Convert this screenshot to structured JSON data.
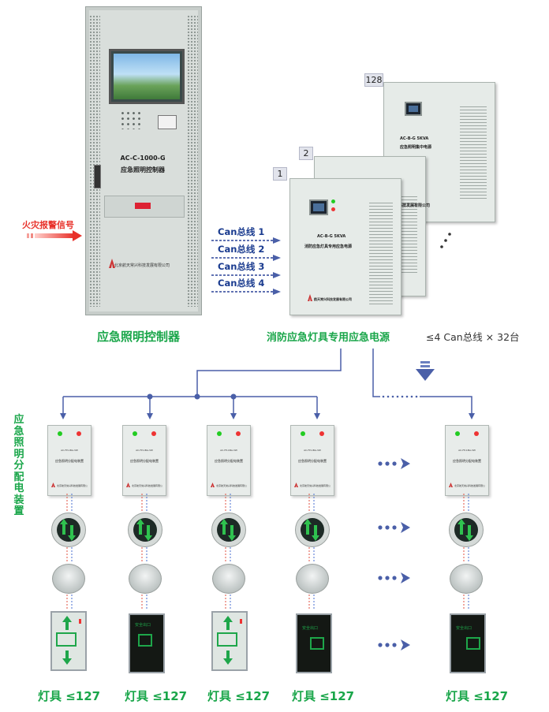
{
  "fire_alarm_signal": "火灾报警信号",
  "controller": {
    "model": "AC-C-1000-G",
    "name": "应急照明控制器",
    "company": "北京航天常兴科技发展有限公司",
    "caption": "应急照明控制器"
  },
  "can_lines": [
    "Can总线 1",
    "Can总线 2",
    "Can总线 3",
    "Can总线 4"
  ],
  "power_supply": {
    "numbers": [
      "1",
      "2",
      "128"
    ],
    "model": "AC-B-G 5KVA",
    "name_front": "消防应急灯具专用应急电源",
    "name_back": "应急照明集中电源",
    "company_short": "航天常兴科技发展有限公司",
    "company_back": "科技发展有限公司",
    "caption": "消防应急灯具专用应急电源",
    "capacity_note": "≤4 Can总线 × 32台"
  },
  "distribution": {
    "side_label": "应急照明分配电装置",
    "box_model": "AC-FP-1BA-3W",
    "box_name": "应急照明分配电装置",
    "box_company": "北京航天常兴科技发展有限公司"
  },
  "sign_text": "安全出口",
  "lamp_labels": [
    "灯具 ≤127",
    "灯具 ≤127",
    "灯具 ≤127",
    "灯具 ≤127",
    "灯具 ≤127"
  ],
  "colors": {
    "line_blue": "#4a5fa8",
    "label_green": "#1aa64a",
    "alarm_red": "#e8312a",
    "arrow_green": "#1ea64a"
  }
}
